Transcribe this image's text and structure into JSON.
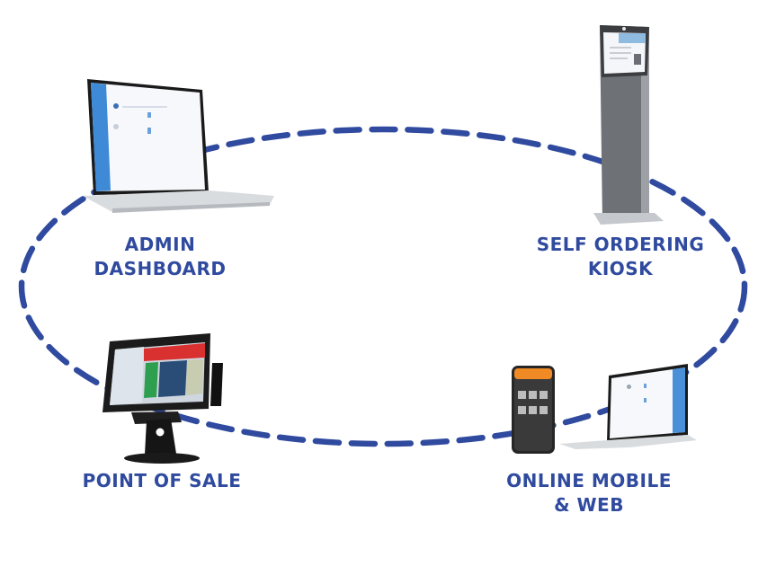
{
  "diagram": {
    "type": "cycle",
    "connector": {
      "style": "dashed-ellipse",
      "color": "#2f4a9e"
    },
    "nodes": [
      {
        "id": "admin",
        "lines": [
          "ADMIN",
          "DASHBOARD"
        ],
        "device": "laptop"
      },
      {
        "id": "kiosk",
        "lines": [
          "SELF ORDERING",
          "KIOSK"
        ],
        "device": "kiosk-stand"
      },
      {
        "id": "pos",
        "lines": [
          "POINT OF SALE"
        ],
        "device": "pos-tablet-stand"
      },
      {
        "id": "online",
        "lines": [
          "ONLINE MOBILE",
          "& WEB"
        ],
        "device": "phone-and-laptop"
      }
    ]
  },
  "colors": {
    "accent": "#2f4a9e",
    "sidebar_blue": "#4a90d9",
    "phone_orange": "#f08a24",
    "pos_red": "#d93030",
    "pos_green": "#2e9e4f",
    "pos_keypad": "#2a4d78"
  }
}
